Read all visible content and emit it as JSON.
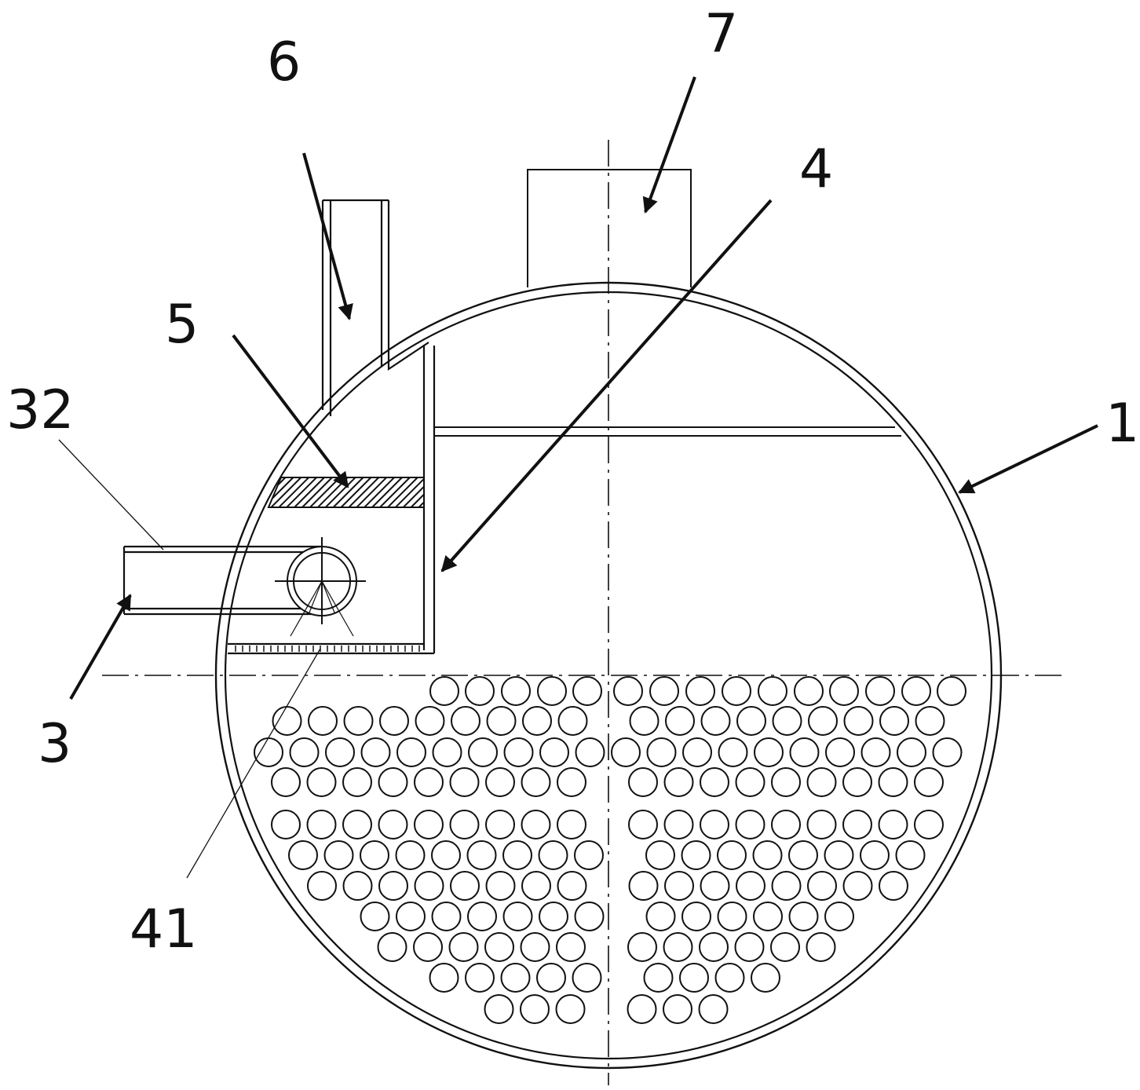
{
  "labels": {
    "l1": "1",
    "l3": "3",
    "l32": "32",
    "l4": "4",
    "l41": "41",
    "l5": "5",
    "l6": "6",
    "l7": "7"
  },
  "colors": {
    "line": "#111111",
    "background": "#ffffff"
  }
}
